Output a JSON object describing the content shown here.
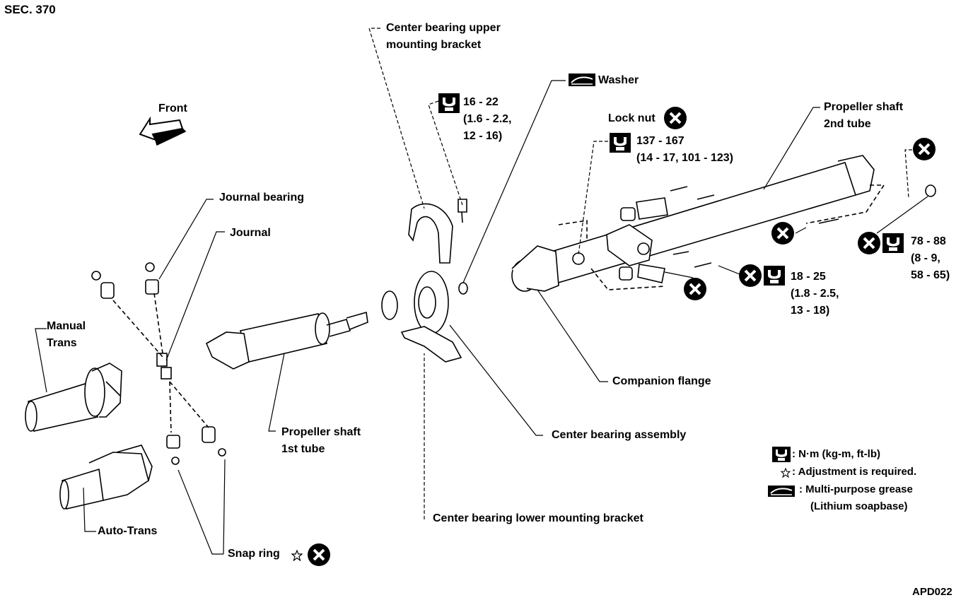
{
  "section": "SEC. 370",
  "figure_code": "APD022",
  "labels": {
    "front": "Front",
    "center_bearing_upper_1": "Center bearing upper",
    "center_bearing_upper_2": "mounting bracket",
    "washer": "Washer",
    "lock_nut": "Lock nut",
    "propeller_2nd_1": "Propeller shaft",
    "propeller_2nd_2": "2nd tube",
    "journal_bearing": "Journal bearing",
    "journal": "Journal",
    "manual_trans_1": "Manual",
    "manual_trans_2": "Trans",
    "propeller_1st_1": "Propeller shaft",
    "propeller_1st_2": "1st tube",
    "companion_flange": "Companion flange",
    "center_bearing_assembly": "Center bearing assembly",
    "center_bearing_lower": "Center bearing lower mounting bracket",
    "auto_trans": "Auto-Trans",
    "snap_ring": "Snap ring"
  },
  "torques": {
    "t1": {
      "line1": "16 - 22",
      "line2": "(1.6 - 2.2,",
      "line3": "12 - 16)"
    },
    "t2": {
      "line1": "137 - 167",
      "line2": "(14 - 17, 101 - 123)"
    },
    "t3": {
      "line1": "18 - 25",
      "line2": "(1.8 - 2.5,",
      "line3": "13 - 18)"
    },
    "t4": {
      "line1": "78 - 88",
      "line2": "(8 - 9,",
      "line3": "58 - 65)"
    }
  },
  "legend": {
    "torque": ": N·m (kg-m, ft-lb)",
    "adjustment": ": Adjustment is required.",
    "grease": ": Multi-purpose grease",
    "grease_2": "(Lithium soapbase)"
  },
  "icons": [
    "torque-wrench-icon",
    "do-not-reuse-icon",
    "grease-icon",
    "star-icon"
  ]
}
